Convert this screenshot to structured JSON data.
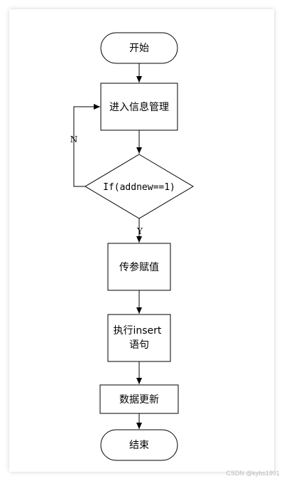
{
  "flowchart": {
    "start": "开始",
    "enter_info": "进入信息管理",
    "condition": "If(addnew==1)",
    "no_label": "N",
    "yes_label": "Y",
    "pass_params": "传参赋值",
    "exec_line1": "执行insert",
    "exec_line2": "语句",
    "update_data": "数据更新",
    "end": "结束"
  },
  "watermark": "CSDN @kybs1991"
}
